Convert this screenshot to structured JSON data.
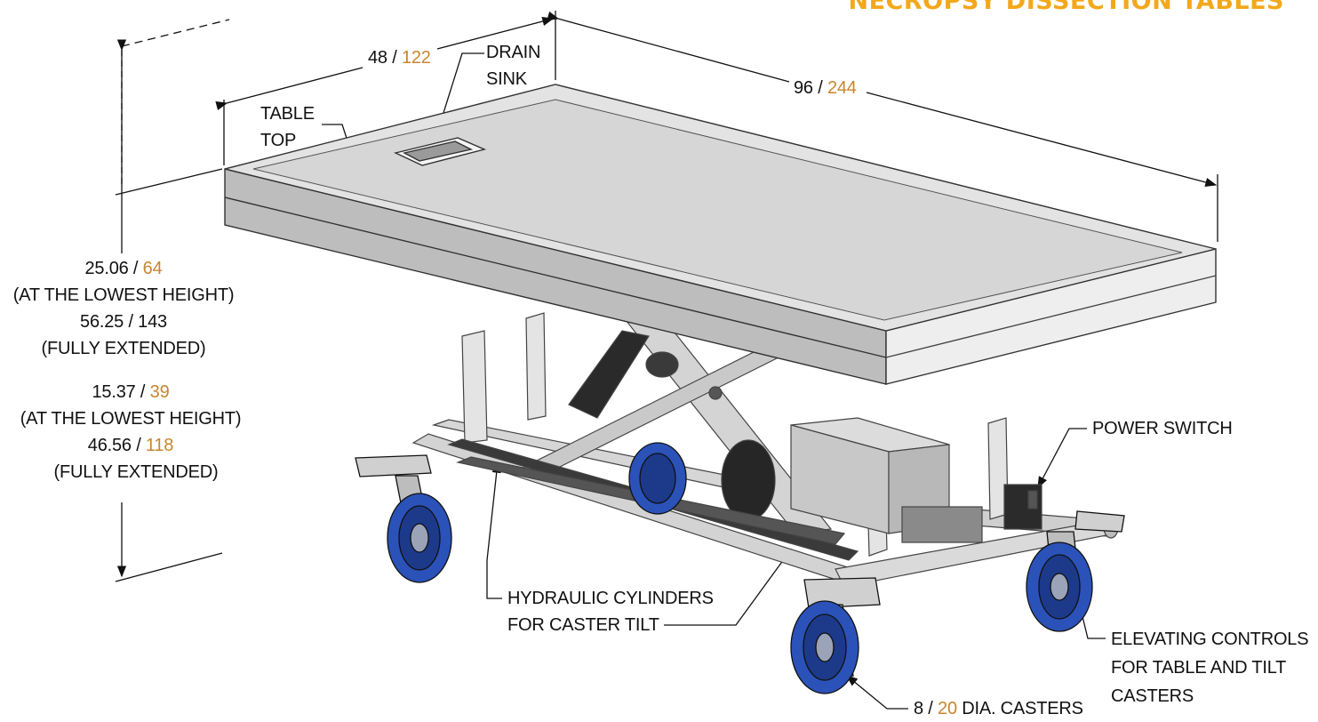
{
  "header": {
    "title": "NECROPSY DISSECTION TABLES"
  },
  "dimensions": {
    "width": {
      "imperial": "48",
      "sep": " / ",
      "metric": "122"
    },
    "length": {
      "imperial": "96",
      "sep": " / ",
      "metric": "244"
    },
    "height_min": {
      "imperial": "25.06",
      "sep": " / ",
      "metric": "64",
      "note": "(AT THE LOWEST HEIGHT)"
    },
    "height_max": {
      "value": "56.25 / 143",
      "note": "(FULLY EXTENDED)"
    },
    "deck_min": {
      "imperial": "15.37",
      "sep": " / ",
      "metric": "39",
      "note": "(AT THE LOWEST HEIGHT)"
    },
    "deck_max": {
      "imperial": "46.56",
      "sep": " / ",
      "metric": "118",
      "note": "(FULLY EXTENDED)"
    },
    "casters": {
      "imperial": "8",
      "sep": " / ",
      "metric": "20",
      "suffix": " DIA. CASTERS"
    }
  },
  "callouts": {
    "drain_sink": [
      "DRAIN",
      "SINK"
    ],
    "table_top": [
      "TABLE",
      "TOP"
    ],
    "power_switch": "POWER SWITCH",
    "hydraulic": [
      "HYDRAULIC CYLINDERS",
      "FOR CASTER TILT"
    ],
    "elevating": [
      "ELEVATING CONTROLS",
      "FOR TABLE AND TILT",
      "CASTERS"
    ]
  },
  "colors": {
    "title": "#f3a81c",
    "metric": "#c8862e",
    "steel": "#cfcfcf",
    "wheel": "#2b52b8",
    "actuator": "#2a2a2a"
  }
}
